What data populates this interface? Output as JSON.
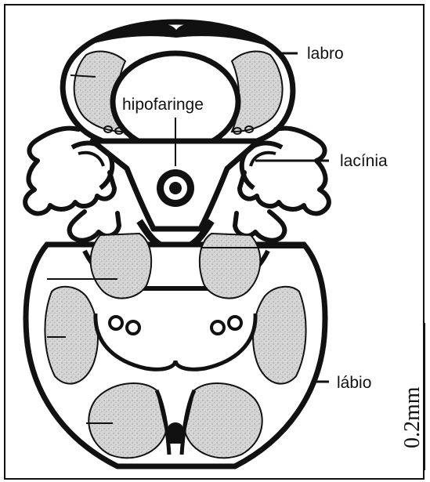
{
  "figure": {
    "labels": {
      "labro": "labro",
      "hipofaringe": "hipofaringe",
      "lacinia": "lacínia",
      "labio": "lábio"
    },
    "scale_bar": {
      "text": "0.2mm"
    }
  },
  "colors": {
    "ink": "#111111",
    "stipple": "#d8d8d8",
    "background": "#ffffff"
  }
}
